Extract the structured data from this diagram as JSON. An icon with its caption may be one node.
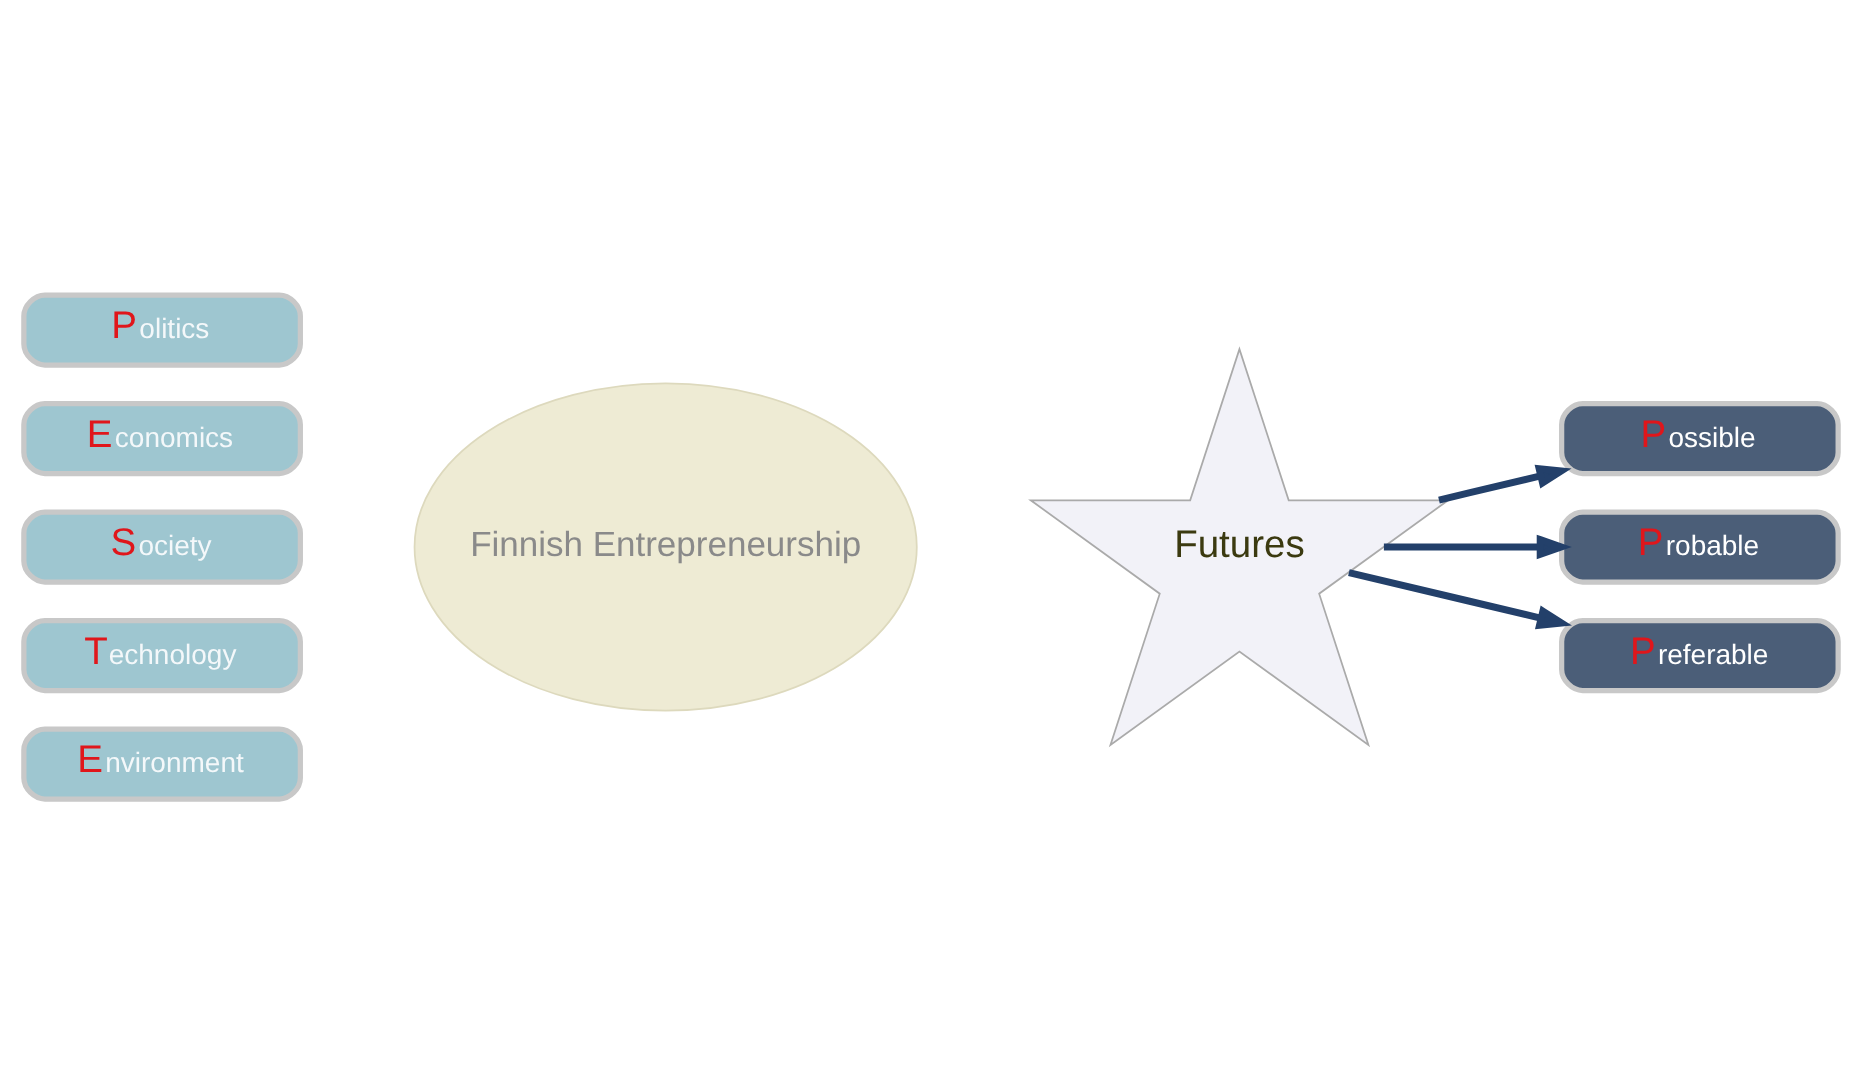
{
  "diagram": {
    "nodes": [
      {
        "text": [
          "Finnish Entrepreneurship"
        ]
      },
      {
        "text": [
          "Politics"
        ]
      },
      {
        "text": [
          "Economics"
        ]
      },
      {
        "text": [
          "Society"
        ]
      },
      {
        "text": [
          "Technology"
        ]
      },
      {
        "text": [
          "Environment"
        ]
      },
      {
        "text": [
          "Futures"
        ]
      },
      {
        "text": [
          "Possible"
        ]
      },
      {
        "text": [
          "Probable"
        ]
      },
      {
        "text": [
          "Preferable"
        ]
      }
    ],
    "edges": [
      {
        "from": 6,
        "to": 7,
        "arrow": "to"
      },
      {
        "from": 6,
        "to": 8,
        "arrow": "to"
      },
      {
        "from": 6,
        "to": 9,
        "arrow": "to"
      }
    ]
  }
}
